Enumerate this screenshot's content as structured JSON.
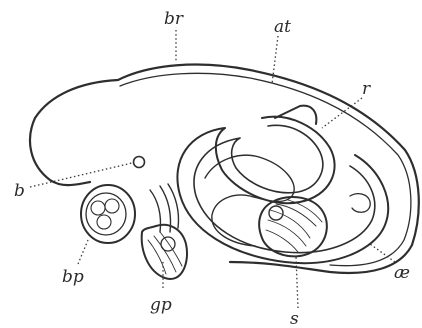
{
  "figure": {
    "labels": {
      "br": "br",
      "at": "at",
      "r": "r",
      "b": "b",
      "bp": "bp",
      "gp": "gp",
      "s": "s",
      "x": "æ"
    }
  }
}
